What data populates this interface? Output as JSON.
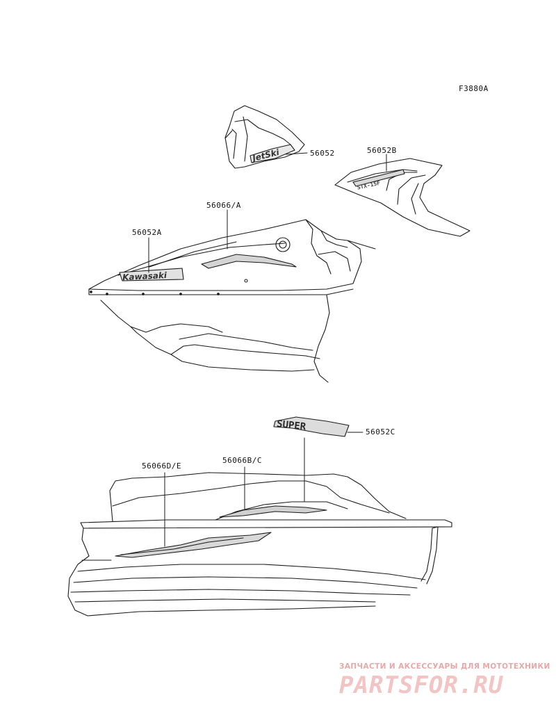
{
  "figure_code": "F3880A",
  "callouts": {
    "c56052": "56052",
    "c56052B": "56052B",
    "c56066A": "56066/A",
    "c56052A": "56052A",
    "c56052C": "56052C",
    "c56066DE": "56066D/E",
    "c56066BC": "56066B/C"
  },
  "decals": {
    "kawasaki": "Kawasaki",
    "jetski": "JetSki",
    "side": "STX-15F",
    "sticker": "SUPER"
  },
  "watermark": {
    "tagline": "ЗАПЧАСТИ И АКСЕССУАРЫ ДЛЯ МОТОТЕХНИКИ",
    "logo": "PARTSFOR.RU"
  },
  "colors": {
    "ink": "#111111",
    "watermark": "#f2c4c4"
  }
}
